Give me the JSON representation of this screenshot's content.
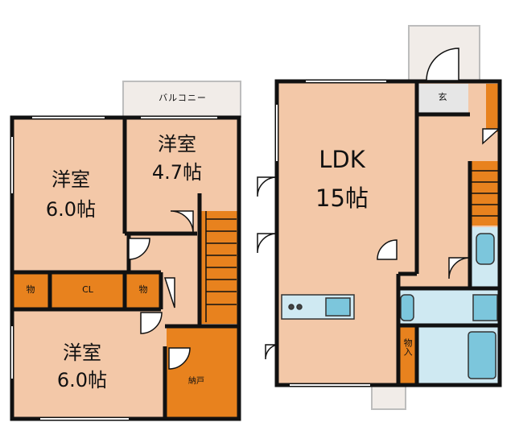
{
  "floor2": {
    "balcony": "バルコニー",
    "room_a": {
      "name": "洋室",
      "size": "4.7帖"
    },
    "room_b": {
      "name": "洋室",
      "size": "6.0帖"
    },
    "room_c": {
      "name": "洋室",
      "size": "6.0帖"
    },
    "storage_left": "物",
    "closet": "CL",
    "storage_right": "物",
    "nando": "納戸"
  },
  "floor1": {
    "ldk": {
      "name": "LDK",
      "size": "15帖"
    },
    "entrance": "玄",
    "storage": "物入"
  },
  "colors": {
    "room": "#f3c8a8",
    "wall": "#111111",
    "storage": "#e8821e",
    "wet": "#cfe9f2",
    "fixture": "#7cc6dc",
    "exterior": "#f0ebe6"
  }
}
